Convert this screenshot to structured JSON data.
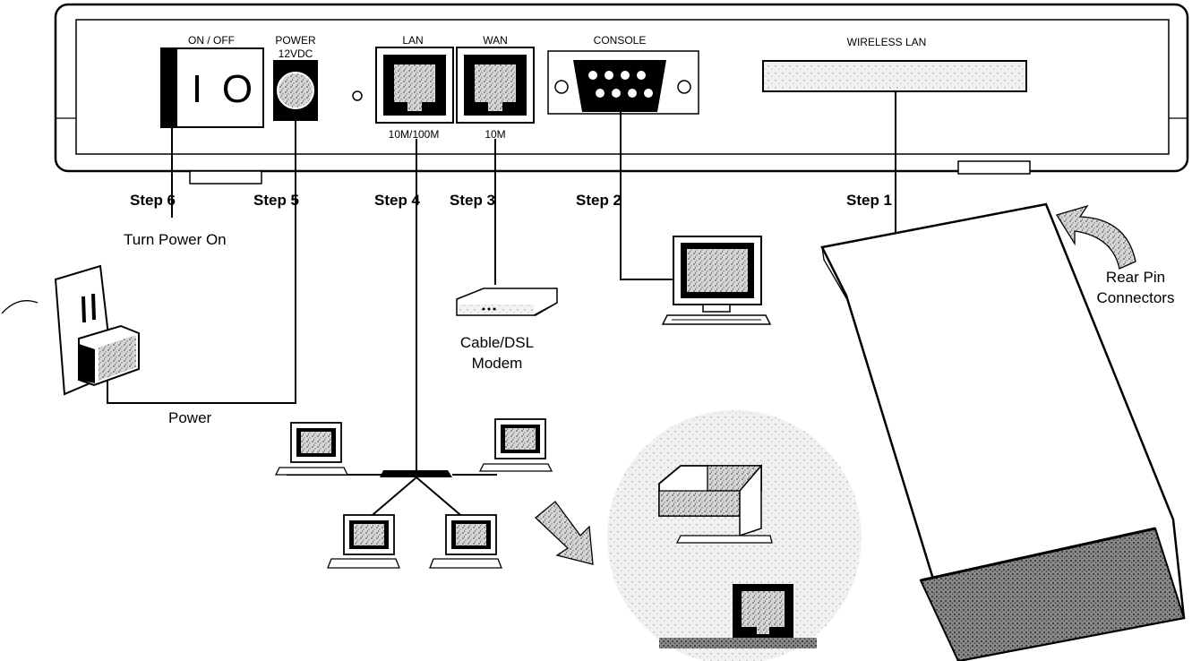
{
  "panel": {
    "on_off": "ON / OFF",
    "power": "POWER",
    "power_rating": "12VDC",
    "lan": "LAN",
    "wan": "WAN",
    "console": "CONSOLE",
    "wireless_lan": "WIRELESS LAN",
    "lan_speed": "10M/100M",
    "wan_speed": "10M",
    "switch_on": "I",
    "switch_off": "O"
  },
  "steps": {
    "step6": "Step 6",
    "step5": "Step 5",
    "step4": "Step 4",
    "step3": "Step 3",
    "step2": "Step 2",
    "step1": "Step 1"
  },
  "captions": {
    "turn_power_on": "Turn Power On",
    "power": "Power",
    "modem_line1": "Cable/DSL",
    "modem_line2": "Modem",
    "rear_pin_line1": "Rear Pin",
    "rear_pin_line2": "Connectors"
  },
  "colors": {
    "ink": "#000000",
    "paper": "#ffffff",
    "speckle": "#9a9a9a"
  }
}
